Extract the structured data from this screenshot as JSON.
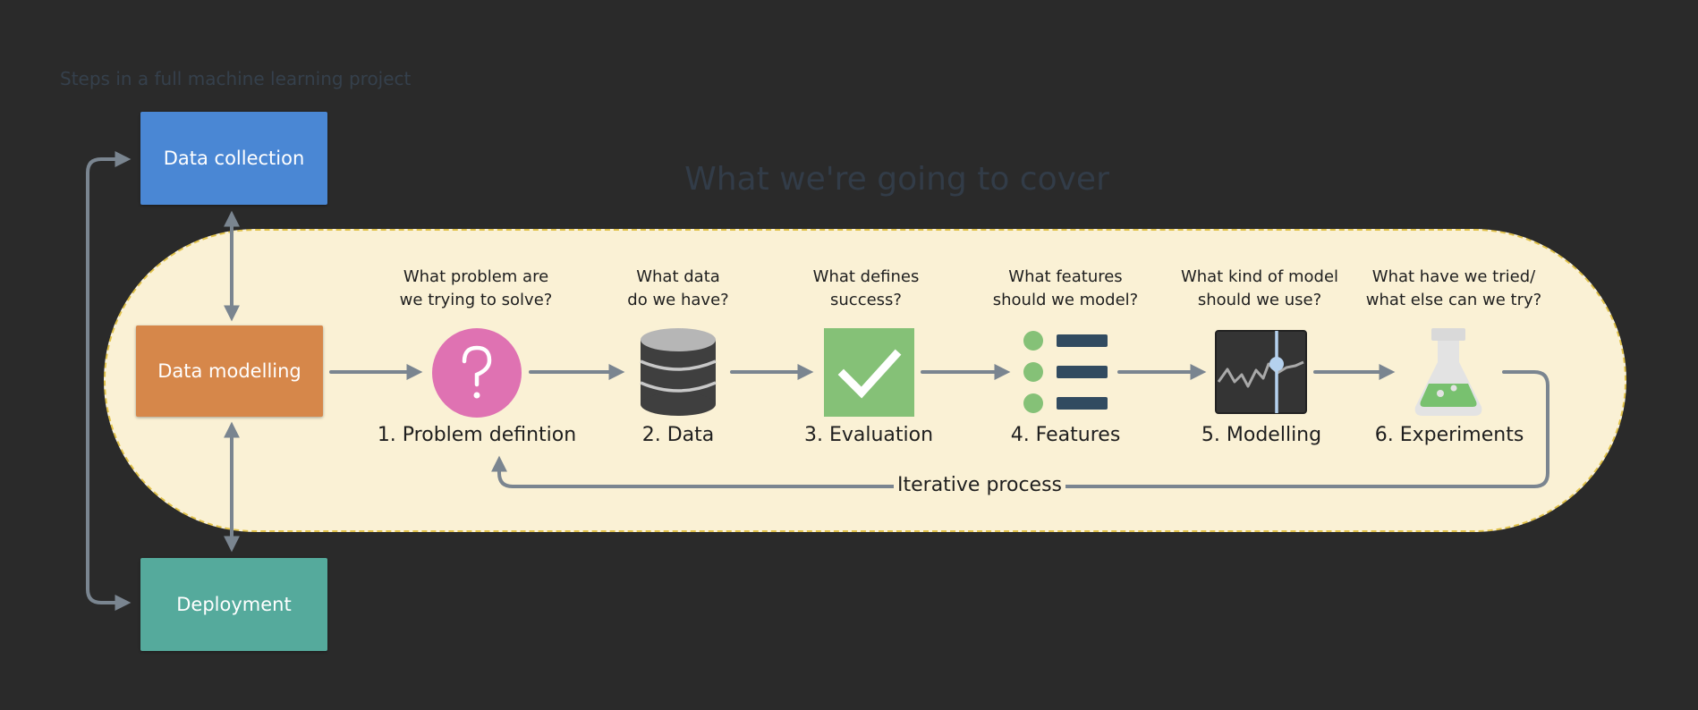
{
  "diagram": {
    "caption": "Steps in a full machine learning project",
    "heading": "What we're going to cover",
    "side_boxes": {
      "collection": "Data collection",
      "modelling": "Data modelling",
      "deployment": "Deployment"
    },
    "steps": [
      {
        "question": "What problem are\nwe trying to solve?",
        "label": "1. Problem defintion",
        "icon": "question-mark-icon"
      },
      {
        "question": "What data\ndo we have?",
        "label": "2. Data",
        "icon": "database-icon"
      },
      {
        "question": "What defines\nsuccess?",
        "label": "3. Evaluation",
        "icon": "checkmark-icon"
      },
      {
        "question": "What features\nshould we model?",
        "label": "4. Features",
        "icon": "list-icon"
      },
      {
        "question": "What kind of model\nshould we use?",
        "label": "5. Modelling",
        "icon": "model-chart-icon"
      },
      {
        "question": "What have we tried/\nwhat else can we try?",
        "label": "6. Experiments",
        "icon": "flask-icon"
      }
    ],
    "loop_label": "Iterative process",
    "colors": {
      "background": "#2a2a2a",
      "collection": "#4a87d4",
      "modelling": "#d6874a",
      "deployment": "#55aa9c",
      "pill_fill": "#faf1d5",
      "pill_border": "#e1c24a",
      "arrow": "#7a8590",
      "question_icon": "#df72b2",
      "database_icon": "#3f3f3f",
      "check_icon": "#85c177",
      "features_dot": "#85c177",
      "features_bar": "#314b60",
      "model_icon": "#343434",
      "flask_liquid": "#78c16f"
    }
  }
}
